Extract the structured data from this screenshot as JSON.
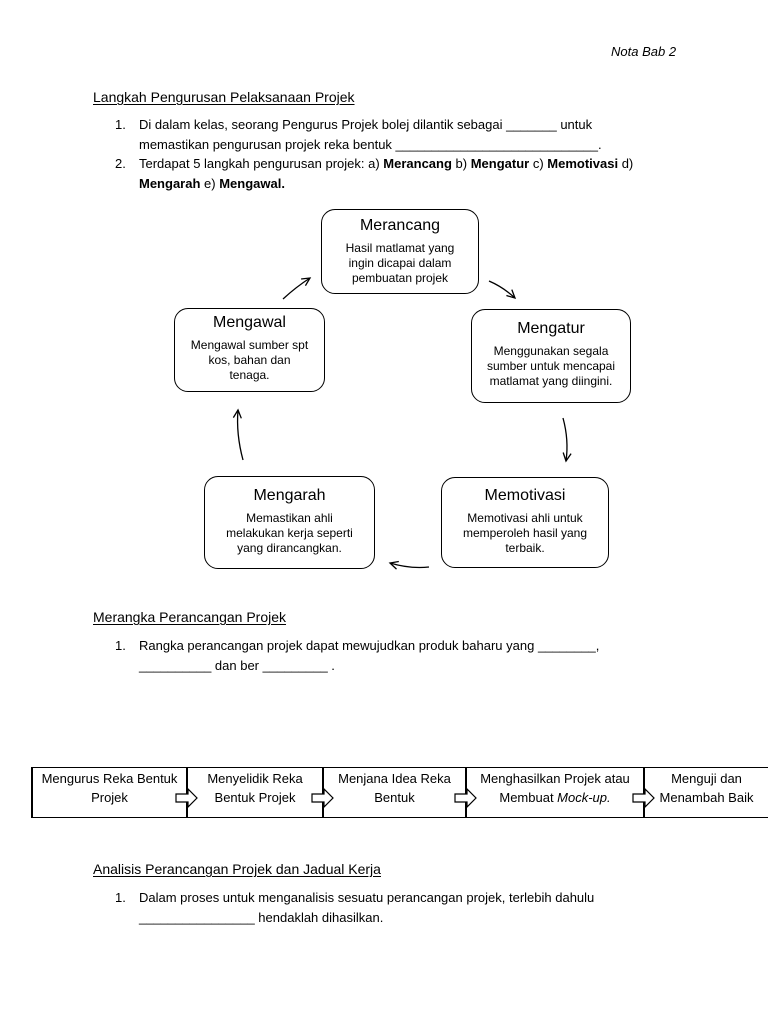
{
  "header": {
    "note_label": "Nota Bab 2"
  },
  "section_pengurusan": {
    "heading": "Langkah Pengurusan Pelaksanaan Projek",
    "item1": {
      "number": "1.",
      "line1": "Di dalam kelas, seorang Pengurus Projek bolej dilantik sebagai _______ untuk",
      "line2": "memastikan pengurusan projek reka bentuk ____________________________."
    },
    "item2": {
      "number": "2.",
      "line1": [
        "Terdapat 5 langkah pengurusan projek: a) ",
        "Merancang",
        " b) ",
        "Mengatur",
        " c) ",
        "Memotivasi",
        " d)"
      ],
      "line2": [
        "Mengarah",
        " e) ",
        "Mengawal."
      ]
    }
  },
  "cycle_diagram": {
    "steps": [
      {
        "title": "Merancang",
        "lines": [
          "Hasil matlamat yang",
          "ingin dicapai dalam",
          "pembuatan projek"
        ]
      },
      {
        "title": "Mengatur",
        "lines": [
          "Menggunakan segala",
          "sumber untuk mencapai",
          "matlamat yang diingini."
        ]
      },
      {
        "title": "Memotivasi",
        "lines": [
          "Memotivasi ahli untuk",
          "memperoleh hasil yang",
          "terbaik."
        ]
      },
      {
        "title": "Mengarah",
        "lines": [
          "Memastikan ahli",
          "melakukan kerja seperti",
          "yang dirancangkan."
        ]
      },
      {
        "title": "Mengawal",
        "lines": [
          "Mengawal sumber spt",
          "kos, bahan dan",
          "tenaga."
        ]
      }
    ]
  },
  "section_rangka": {
    "heading": "Merangka Perancangan Projek",
    "item1": {
      "number": "1.",
      "line1": "Rangka perancangan projek dapat mewujudkan produk baharu yang ________,",
      "line2": "__________ dan ber _________ ."
    }
  },
  "process_flow": {
    "steps": [
      {
        "lines": [
          "Mengurus Reka Bentuk",
          "Projek"
        ]
      },
      {
        "lines": [
          "Menyelidik Reka",
          "Bentuk Projek"
        ]
      },
      {
        "lines": [
          "Menjana Idea Reka",
          "Bentuk"
        ]
      },
      {
        "lines": [
          "Menghasilkan Projek atau",
          "Membuat "
        ],
        "italic_term": "Mock-up."
      },
      {
        "lines": [
          "Menguji dan",
          "Menambah Baik"
        ]
      }
    ]
  },
  "section_analisis": {
    "heading": "Analisis Perancangan Projek dan Jadual Kerja",
    "item1": {
      "number": "1.",
      "line1": "Dalam proses untuk menganalisis sesuatu perancangan projek, terlebih dahulu",
      "line2": "________________ hendaklah dihasilkan."
    }
  }
}
